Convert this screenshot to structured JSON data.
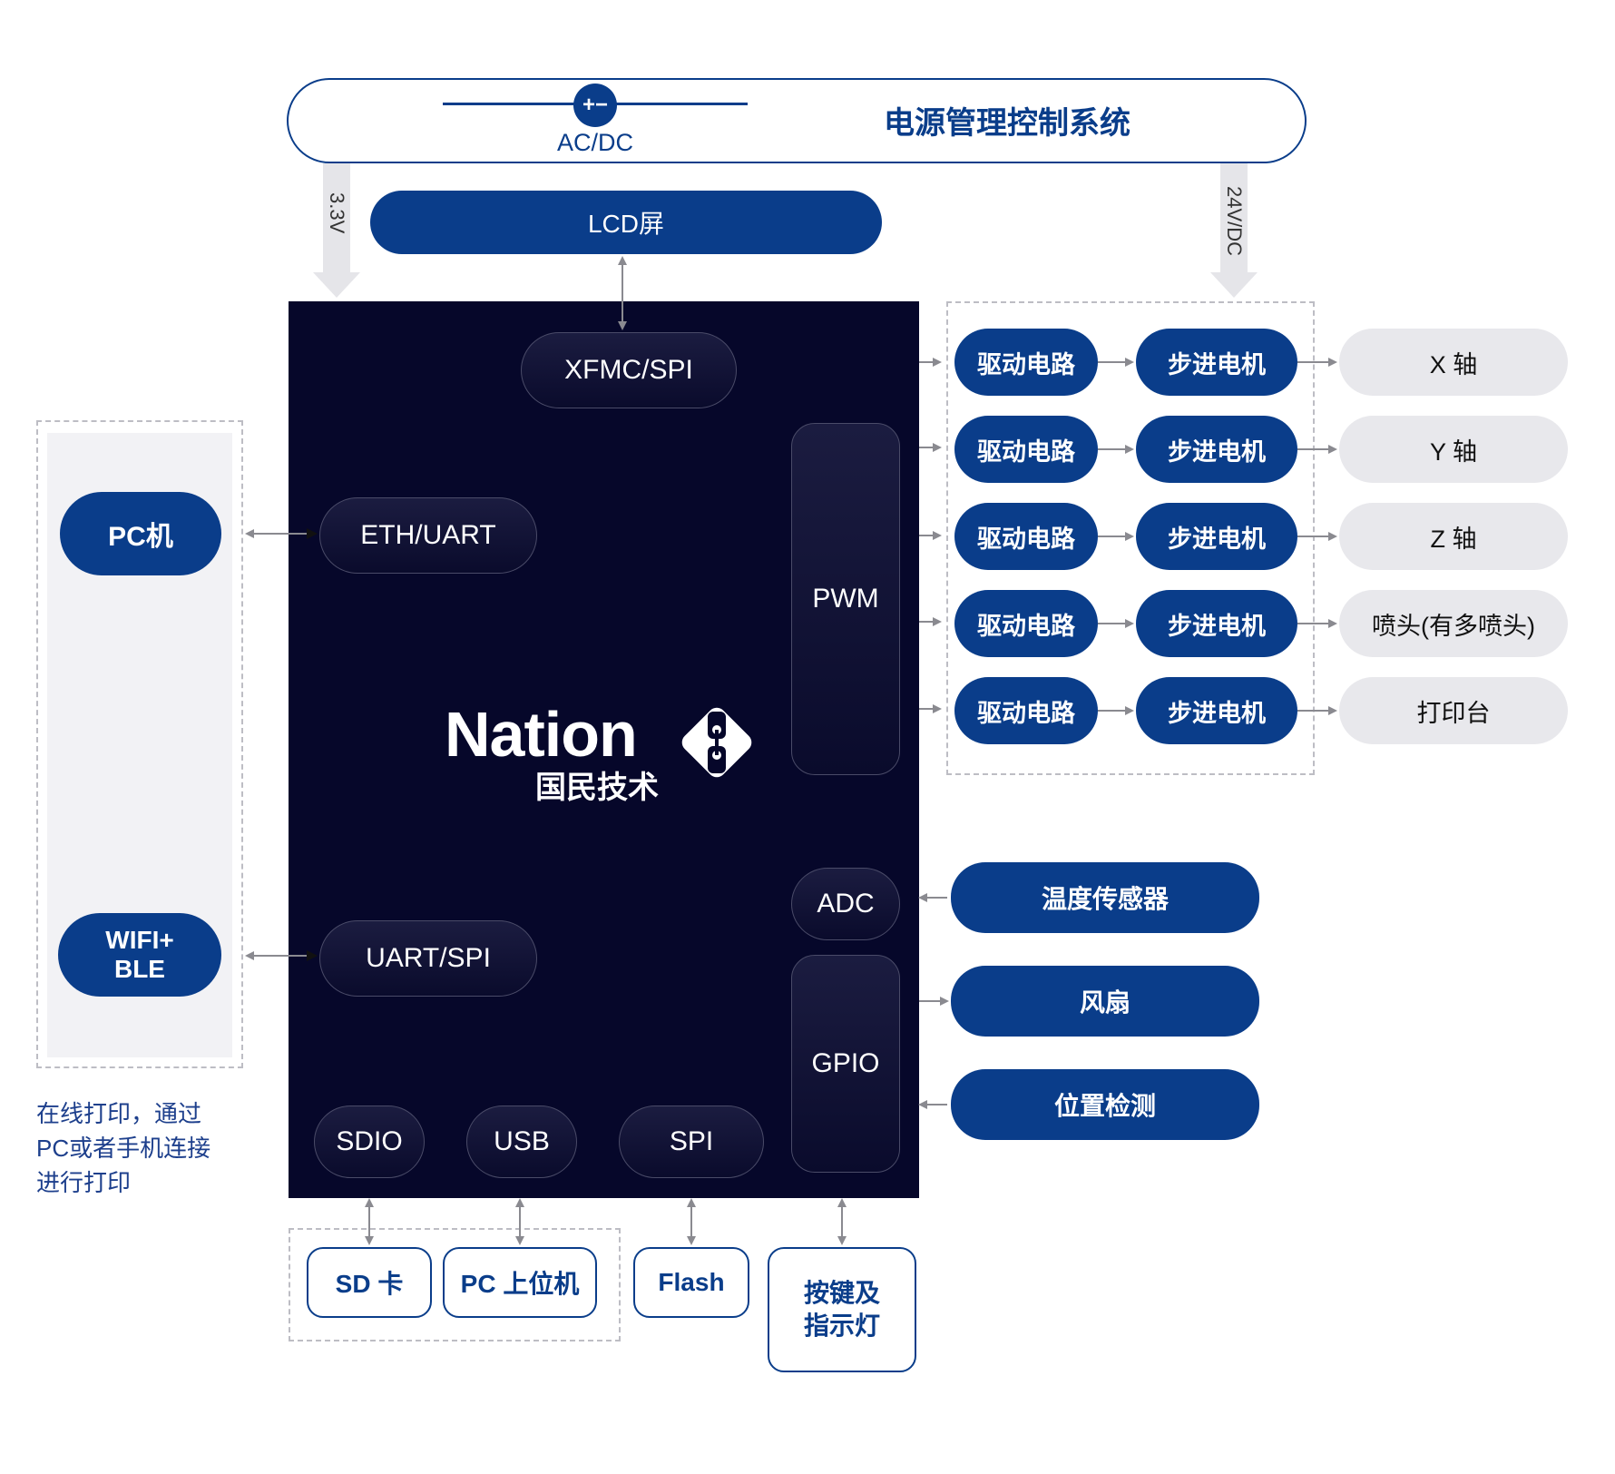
{
  "power": {
    "title": "电源管理控制系统",
    "acdc_symbol": "+−",
    "acdc_label": "AC/DC",
    "left_voltage": "3.3V",
    "right_voltage": "24V/DC"
  },
  "lcd": {
    "label": "LCD屏"
  },
  "mcu": {
    "brand": "Nation",
    "brand_cn": "国民技术",
    "interfaces": {
      "xfmc": "XFMC/SPI",
      "eth": "ETH/UART",
      "uart": "UART/SPI",
      "pwm": "PWM",
      "adc": "ADC",
      "gpio": "GPIO",
      "sdio": "SDIO",
      "usb": "USB",
      "spi": "SPI"
    }
  },
  "left": {
    "pc": "PC机",
    "wifi": "WIFI+\nBLE",
    "note": "在线打印，通过\nPC或者手机连接\n进行打印"
  },
  "motors": {
    "rows": [
      {
        "driver": "驱动电路",
        "motor": "步进电机",
        "target": "X 轴"
      },
      {
        "driver": "驱动电路",
        "motor": "步进电机",
        "target": "Y 轴"
      },
      {
        "driver": "驱动电路",
        "motor": "步进电机",
        "target": "Z 轴"
      },
      {
        "driver": "驱动电路",
        "motor": "步进电机",
        "target": "喷头(有多喷头)"
      },
      {
        "driver": "驱动电路",
        "motor": "步进电机",
        "target": "打印台"
      }
    ]
  },
  "peripherals": {
    "temp": "温度传感器",
    "fan": "风扇",
    "pos": "位置检测"
  },
  "bottom": {
    "sd": "SD 卡",
    "pc": "PC 上位机",
    "flash": "Flash",
    "keys": "按键及\n指示灯"
  },
  "colors": {
    "brand_blue": "#0a3d8a",
    "mcu_background": "#06072a",
    "grey_pill": "#e8e8ec"
  }
}
